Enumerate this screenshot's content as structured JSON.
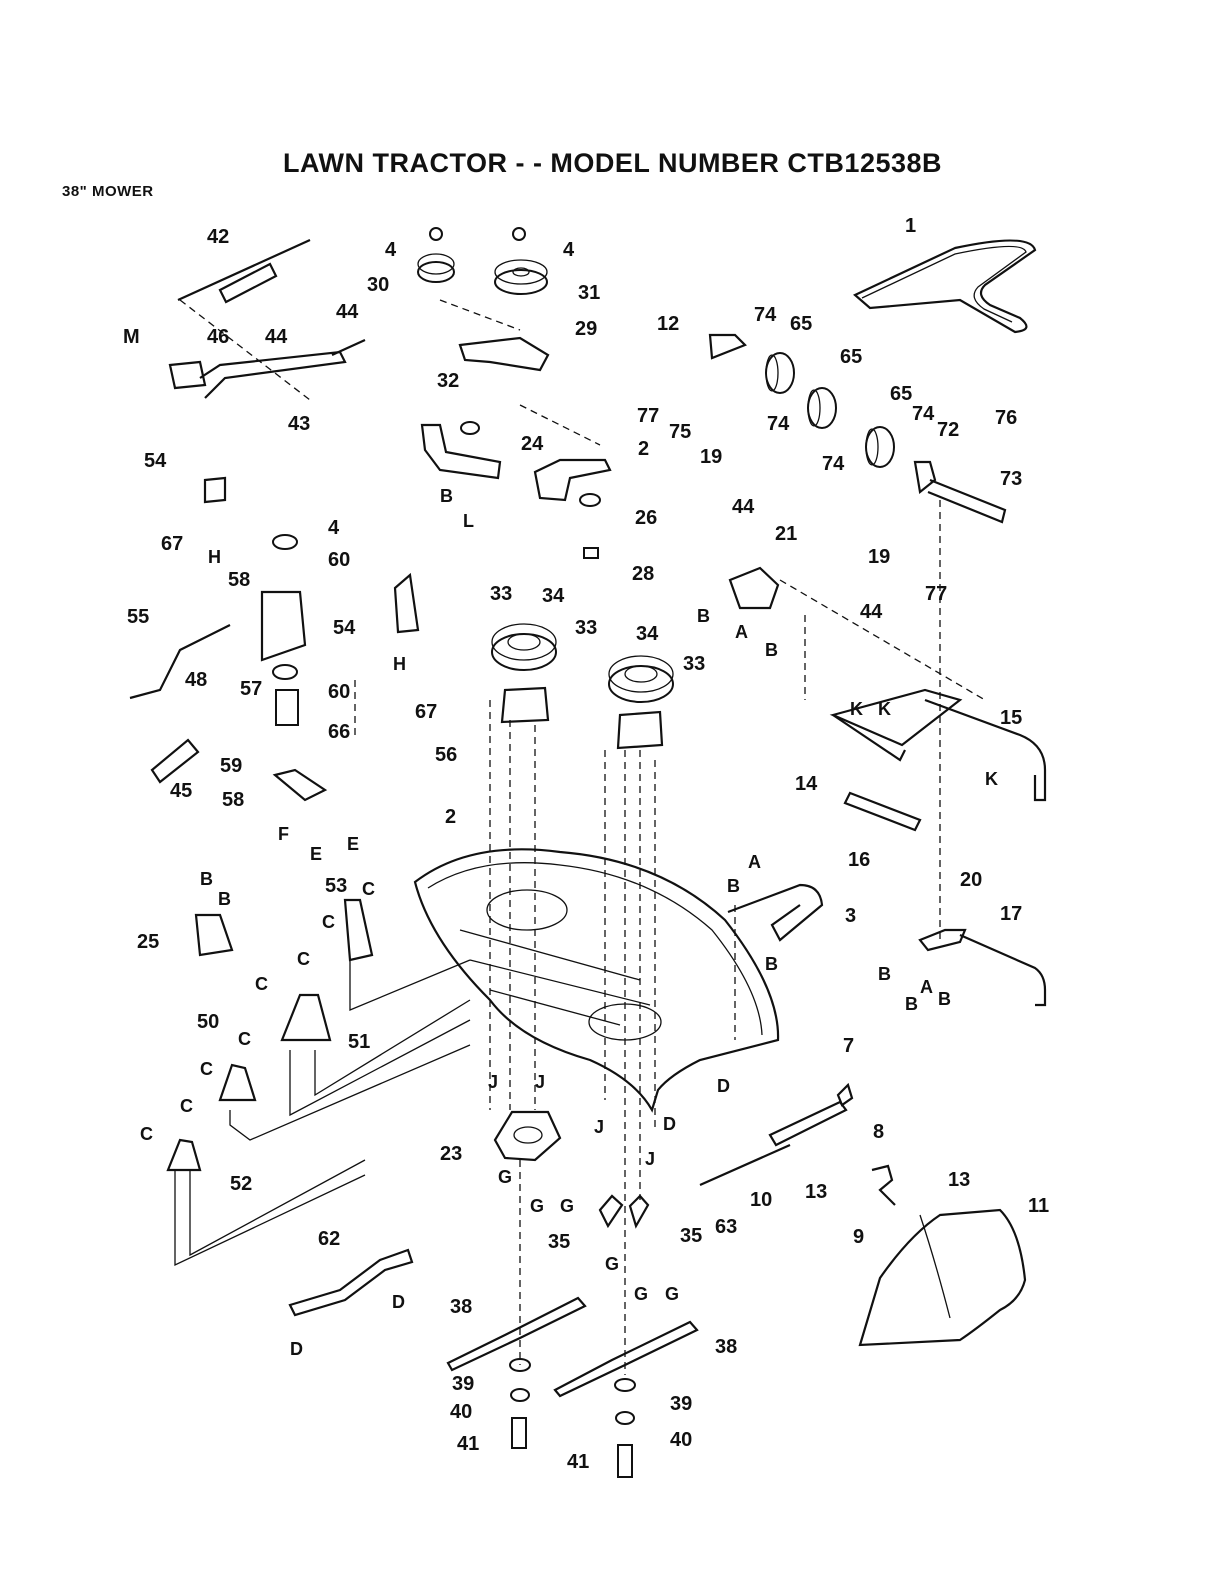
{
  "title": "LAWN TRACTOR - - MODEL NUMBER CTB12538B",
  "subtitle": "38\" MOWER",
  "parts": [
    {
      "id": "p1",
      "text": "1"
    },
    {
      "id": "p2a",
      "text": "2"
    },
    {
      "id": "p2b",
      "text": "2"
    },
    {
      "id": "p3",
      "text": "3"
    },
    {
      "id": "p4a",
      "text": "4"
    },
    {
      "id": "p4b",
      "text": "4"
    },
    {
      "id": "p4c",
      "text": "4"
    },
    {
      "id": "p7",
      "text": "7"
    },
    {
      "id": "p8",
      "text": "8"
    },
    {
      "id": "p9",
      "text": "9"
    },
    {
      "id": "p10",
      "text": "10"
    },
    {
      "id": "p11",
      "text": "11"
    },
    {
      "id": "p12",
      "text": "12"
    },
    {
      "id": "p13a",
      "text": "13"
    },
    {
      "id": "p13b",
      "text": "13"
    },
    {
      "id": "p14",
      "text": "14"
    },
    {
      "id": "p15",
      "text": "15"
    },
    {
      "id": "p16",
      "text": "16"
    },
    {
      "id": "p17",
      "text": "17"
    },
    {
      "id": "p19a",
      "text": "19"
    },
    {
      "id": "p19b",
      "text": "19"
    },
    {
      "id": "p20",
      "text": "20"
    },
    {
      "id": "p21",
      "text": "21"
    },
    {
      "id": "p23",
      "text": "23"
    },
    {
      "id": "p24",
      "text": "24"
    },
    {
      "id": "p25",
      "text": "25"
    },
    {
      "id": "p26",
      "text": "26"
    },
    {
      "id": "p28",
      "text": "28"
    },
    {
      "id": "p29",
      "text": "29"
    },
    {
      "id": "p30",
      "text": "30"
    },
    {
      "id": "p31",
      "text": "31"
    },
    {
      "id": "p32",
      "text": "32"
    },
    {
      "id": "p33a",
      "text": "33"
    },
    {
      "id": "p33b",
      "text": "33"
    },
    {
      "id": "p33c",
      "text": "33"
    },
    {
      "id": "p34a",
      "text": "34"
    },
    {
      "id": "p34b",
      "text": "34"
    },
    {
      "id": "p35a",
      "text": "35"
    },
    {
      "id": "p35b",
      "text": "35"
    },
    {
      "id": "p38a",
      "text": "38"
    },
    {
      "id": "p38b",
      "text": "38"
    },
    {
      "id": "p39a",
      "text": "39"
    },
    {
      "id": "p39b",
      "text": "39"
    },
    {
      "id": "p40a",
      "text": "40"
    },
    {
      "id": "p40b",
      "text": "40"
    },
    {
      "id": "p41a",
      "text": "41"
    },
    {
      "id": "p41b",
      "text": "41"
    },
    {
      "id": "p42",
      "text": "42"
    },
    {
      "id": "p43",
      "text": "43"
    },
    {
      "id": "p44a",
      "text": "44"
    },
    {
      "id": "p44b",
      "text": "44"
    },
    {
      "id": "p44c",
      "text": "44"
    },
    {
      "id": "p44d",
      "text": "44"
    },
    {
      "id": "p45",
      "text": "45"
    },
    {
      "id": "p46",
      "text": "46"
    },
    {
      "id": "p48",
      "text": "48"
    },
    {
      "id": "p50",
      "text": "50"
    },
    {
      "id": "p51",
      "text": "51"
    },
    {
      "id": "p52",
      "text": "52"
    },
    {
      "id": "p53",
      "text": "53"
    },
    {
      "id": "p54a",
      "text": "54"
    },
    {
      "id": "p54b",
      "text": "54"
    },
    {
      "id": "p55",
      "text": "55"
    },
    {
      "id": "p56",
      "text": "56"
    },
    {
      "id": "p57",
      "text": "57"
    },
    {
      "id": "p58a",
      "text": "58"
    },
    {
      "id": "p58b",
      "text": "58"
    },
    {
      "id": "p59",
      "text": "59"
    },
    {
      "id": "p60a",
      "text": "60"
    },
    {
      "id": "p60b",
      "text": "60"
    },
    {
      "id": "p62",
      "text": "62"
    },
    {
      "id": "p63",
      "text": "63"
    },
    {
      "id": "p65a",
      "text": "65"
    },
    {
      "id": "p65b",
      "text": "65"
    },
    {
      "id": "p65c",
      "text": "65"
    },
    {
      "id": "p66",
      "text": "66"
    },
    {
      "id": "p67a",
      "text": "67"
    },
    {
      "id": "p67b",
      "text": "67"
    },
    {
      "id": "p72",
      "text": "72"
    },
    {
      "id": "p73",
      "text": "73"
    },
    {
      "id": "p74a",
      "text": "74"
    },
    {
      "id": "p74b",
      "text": "74"
    },
    {
      "id": "p74c",
      "text": "74"
    },
    {
      "id": "p74d",
      "text": "74"
    },
    {
      "id": "p75",
      "text": "75"
    },
    {
      "id": "p76",
      "text": "76"
    },
    {
      "id": "p77a",
      "text": "77"
    },
    {
      "id": "p77b",
      "text": "77"
    },
    {
      "id": "pM",
      "text": "M"
    }
  ],
  "refs": [
    {
      "id": "rB1",
      "text": "B"
    },
    {
      "id": "rL",
      "text": "L"
    },
    {
      "id": "rH1",
      "text": "H"
    },
    {
      "id": "rH2",
      "text": "H"
    },
    {
      "id": "rB2",
      "text": "B"
    },
    {
      "id": "rA1",
      "text": "A"
    },
    {
      "id": "rB3",
      "text": "B"
    },
    {
      "id": "rK1",
      "text": "K"
    },
    {
      "id": "rK2",
      "text": "K"
    },
    {
      "id": "rK3",
      "text": "K"
    },
    {
      "id": "rF",
      "text": "F"
    },
    {
      "id": "rE1",
      "text": "E"
    },
    {
      "id": "rE2",
      "text": "E"
    },
    {
      "id": "rA2",
      "text": "A"
    },
    {
      "id": "rB4",
      "text": "B"
    },
    {
      "id": "rB5",
      "text": "B"
    },
    {
      "id": "rB6",
      "text": "B"
    },
    {
      "id": "rB7",
      "text": "B"
    },
    {
      "id": "rA3",
      "text": "A"
    },
    {
      "id": "rB8",
      "text": "B"
    },
    {
      "id": "rB9",
      "text": "B"
    },
    {
      "id": "rB10",
      "text": "B"
    },
    {
      "id": "rC1",
      "text": "C"
    },
    {
      "id": "rC2",
      "text": "C"
    },
    {
      "id": "rC3",
      "text": "C"
    },
    {
      "id": "rC4",
      "text": "C"
    },
    {
      "id": "rC5",
      "text": "C"
    },
    {
      "id": "rC6",
      "text": "C"
    },
    {
      "id": "rC7",
      "text": "C"
    },
    {
      "id": "rC8",
      "text": "C"
    },
    {
      "id": "rJ1",
      "text": "J"
    },
    {
      "id": "rJ2",
      "text": "J"
    },
    {
      "id": "rJ3",
      "text": "J"
    },
    {
      "id": "rJ4",
      "text": "J"
    },
    {
      "id": "rD1",
      "text": "D"
    },
    {
      "id": "rD2",
      "text": "D"
    },
    {
      "id": "rD3",
      "text": "D"
    },
    {
      "id": "rD4",
      "text": "D"
    },
    {
      "id": "rG1",
      "text": "G"
    },
    {
      "id": "rG2",
      "text": "G"
    },
    {
      "id": "rG3",
      "text": "G"
    },
    {
      "id": "rG4",
      "text": "G"
    },
    {
      "id": "rG5",
      "text": "G"
    },
    {
      "id": "rG6",
      "text": "G"
    }
  ]
}
